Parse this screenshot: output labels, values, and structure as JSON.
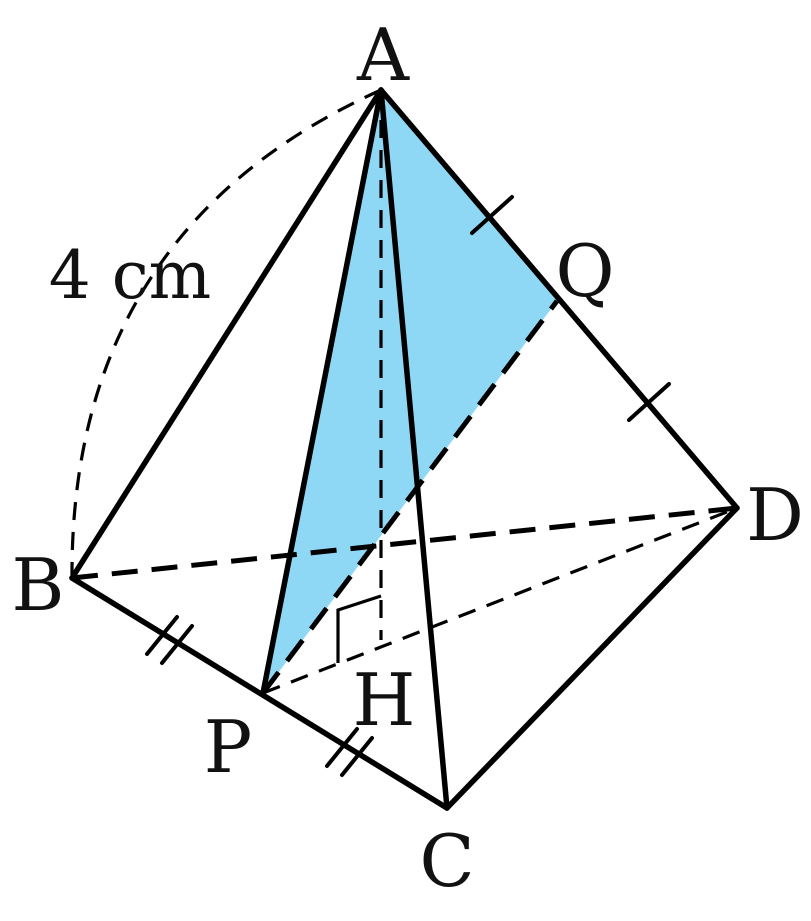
{
  "diagram": {
    "vertices": {
      "A": "A",
      "B": "B",
      "C": "C",
      "D": "D",
      "P": "P",
      "Q": "Q",
      "H": "H"
    },
    "edge_length_label": "4 cm",
    "shaded_face": "APQ",
    "colors": {
      "shaded_fill": "#8fd8f5",
      "line": "#000000"
    }
  }
}
